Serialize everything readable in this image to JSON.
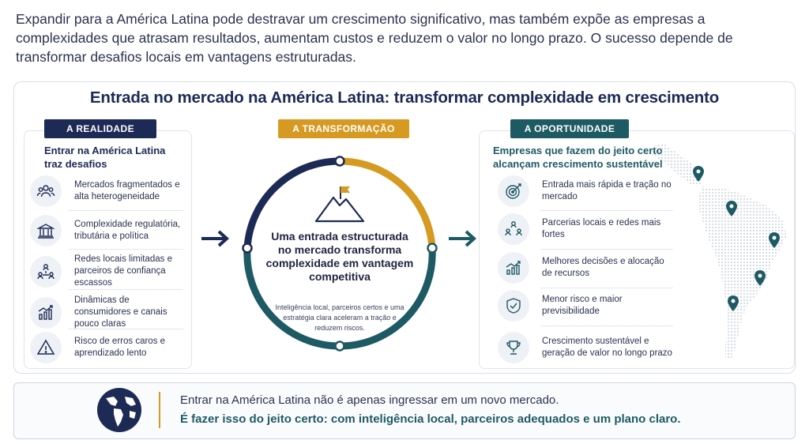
{
  "intro": "Expandir para a América Latina pode destravar um crescimento significativo, mas também expõe as empresas a complexidades que atrasam resultados, aumentam custos e reduzem o valor no longo prazo. O sucesso depende de transformar desafios locais em vantagens estruturadas.",
  "title": "Entrada no mercado na América Latina: transformar complexidade em crescimento",
  "reality": {
    "tag": "A REALIDADE",
    "heading": "Entrar na América Latina traz desafios",
    "items": [
      {
        "icon": "people-icon",
        "text": "Mercados fragmentados e alta heterogeneidade"
      },
      {
        "icon": "government-building-icon",
        "text": "Complexidade regulatória, tributária e política"
      },
      {
        "icon": "network-people-icon",
        "text": "Redes locais limitadas e parceiros de confiança escassos"
      },
      {
        "icon": "chart-trend-icon",
        "text": "Dinâmicas de consumidores e canais pouco claras"
      },
      {
        "icon": "warning-icon",
        "text": "Risco de erros caros e aprendizado lento"
      }
    ]
  },
  "transformation": {
    "tag": "A TRANSFORMAÇÃO",
    "main": "Uma entrada estructurada no mercado transforma complexidade em vantagem competitiva",
    "sub": "Inteligência local, parceiros certos e uma estratégia clara aceleram a tração e reduzem riscos."
  },
  "opportunity": {
    "tag": "A OPORTUNIDADE",
    "heading": "Empresas que fazem do jeito certo alcançam crescimento sustentável",
    "items": [
      {
        "icon": "target-icon",
        "text": "Entrada mais rápida e tração no mercado"
      },
      {
        "icon": "partners-icon",
        "text": "Parcerias locais e redes mais fortes"
      },
      {
        "icon": "growth-chart-icon",
        "text": "Melhores decisões e alocação de recursos"
      },
      {
        "icon": "shield-check-icon",
        "text": "Menor risco e maior previsibilidade"
      },
      {
        "icon": "trophy-icon",
        "text": "Crescimento sustentável e geração de valor no longo prazo"
      }
    ]
  },
  "bottom": {
    "line1": "Entrar na América Latina não é apenas ingressar em um novo mercado.",
    "line2": "É fazer isso do jeito certo: com inteligência local, parceiros adequados e um plano claro."
  },
  "colors": {
    "navy": "#1c2a55",
    "gold": "#d69a22",
    "teal": "#1e5a63"
  }
}
